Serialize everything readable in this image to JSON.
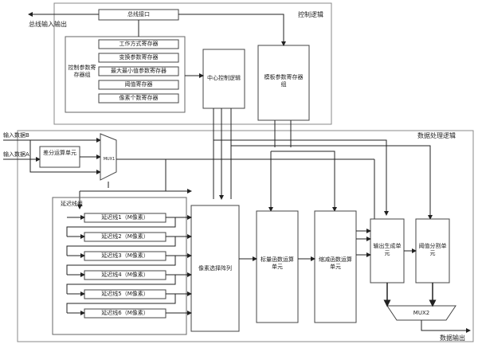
{
  "external": {
    "bus_io": "总线输入输出",
    "input_b": "输入数据B",
    "input_a": "输入数据A",
    "data_out": "数据输出"
  },
  "control_logic": {
    "title": "控制逻辑",
    "bus_interface": "总线接口",
    "param_group": "控制参数寄存器组",
    "registers": [
      "工作方式寄存器",
      "变换参数寄存器",
      "最大最小值参数寄存器",
      "阈值寄存器",
      "像素个数寄存器"
    ],
    "central_logic": "中心控制逻辑",
    "template_group": "模板参数寄存器组"
  },
  "data_logic": {
    "title": "数据处理逻辑",
    "diff_unit": "差分运算单元",
    "mux1": "MUX1",
    "delay_group": "延迟线组",
    "delay_lines": [
      "延迟线1（M像素）",
      "延迟线2（M像素）",
      "延迟线3（M像素）",
      "延迟线4（M像素）",
      "延迟线5（M像素）",
      "延迟线6（M像素）"
    ],
    "pixel_select": "像素选择阵列",
    "scalar_func": "标量函数运算单元",
    "decay_func": "缩减函数运算单元",
    "output_gen": "输出生成单元",
    "threshold_seg": "阈值分割单元",
    "mux2": "MUX2"
  }
}
